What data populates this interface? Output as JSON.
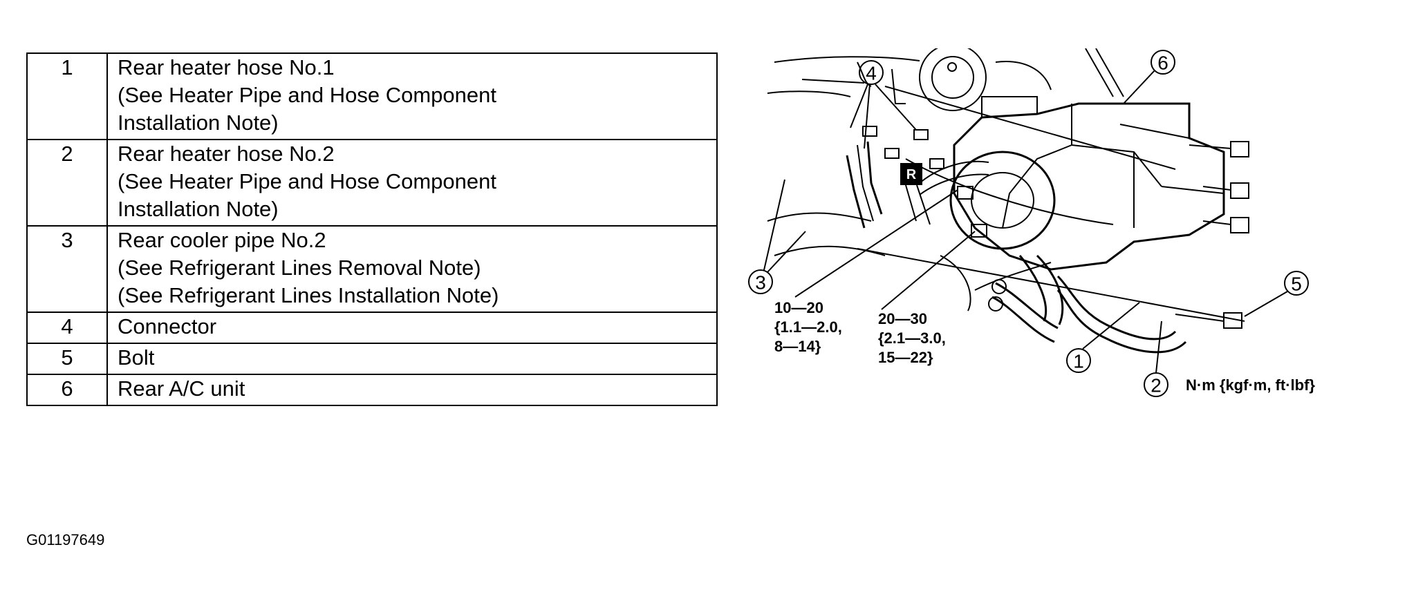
{
  "legend": {
    "rows": [
      {
        "num": "1",
        "lines": [
          "Rear heater hose No.1",
          "(See Heater Pipe and Hose Component",
          "Installation Note)"
        ]
      },
      {
        "num": "2",
        "lines": [
          "Rear heater hose No.2",
          "(See Heater Pipe and Hose Component",
          "Installation Note)"
        ]
      },
      {
        "num": "3",
        "lines": [
          "Rear cooler pipe No.2",
          "(See Refrigerant Lines Removal Note)",
          "(See Refrigerant Lines Installation Note)"
        ]
      },
      {
        "num": "4",
        "lines": [
          "Connector"
        ]
      },
      {
        "num": "5",
        "lines": [
          "Bolt"
        ]
      },
      {
        "num": "6",
        "lines": [
          "Rear A/C unit"
        ]
      }
    ]
  },
  "diagram": {
    "callouts": [
      "1",
      "2",
      "3",
      "4",
      "5",
      "6"
    ],
    "r_badge": "R",
    "torque_a": [
      "10—20",
      "{1.1—2.0,",
      "8—14}"
    ],
    "torque_b": [
      "20—30",
      "{2.1—3.0,",
      "15—22}"
    ],
    "units": "N·m {kgf·m, ft·lbf}"
  },
  "figure_id": "G01197649"
}
